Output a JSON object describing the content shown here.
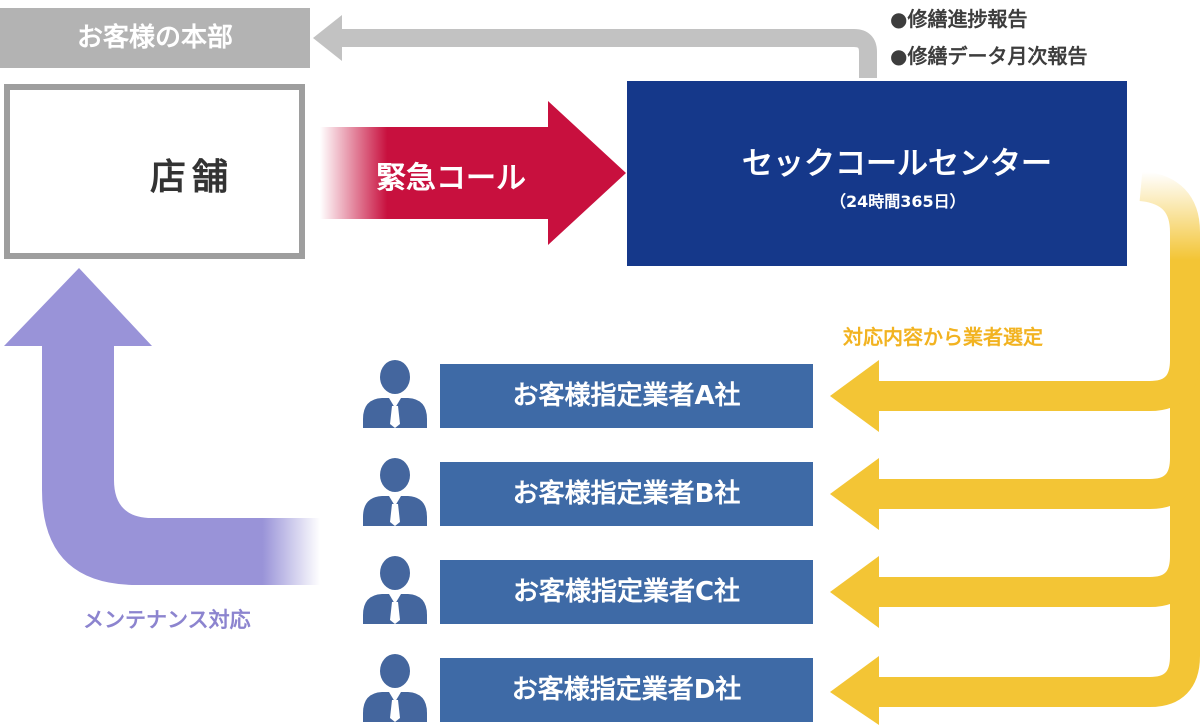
{
  "headquarters": {
    "label": "お客様の本部"
  },
  "reports": [
    "●修繕進捗報告",
    "●修繕データ月次報告"
  ],
  "store": {
    "label": "店舗",
    "icon": "house-icon"
  },
  "emergency_call": {
    "label": "緊急コール"
  },
  "call_center": {
    "title": "セックコールセンター",
    "subtitle": "（24時間365日）",
    "icon": "headset-icon"
  },
  "vendor_selection": {
    "label": "対応内容から業者選定"
  },
  "vendors": [
    {
      "label": "お客様指定業者A社",
      "icon": "person-icon"
    },
    {
      "label": "お客様指定業者B社",
      "icon": "person-icon"
    },
    {
      "label": "お客様指定業者C社",
      "icon": "person-icon"
    },
    {
      "label": "お客様指定業者D社",
      "icon": "person-icon"
    }
  ],
  "maintenance": {
    "label": "メンテナンス対応"
  },
  "colors": {
    "headquarters": "#b3b3b3",
    "store_border": "#9e9e9e",
    "emergency": "#c8103e",
    "call_center": "#15388a",
    "vendor": "#3e6aa6",
    "person_icon": "#44669e",
    "selection_arrow": "#f3c535",
    "maintenance_arrow": "#9993d8"
  }
}
